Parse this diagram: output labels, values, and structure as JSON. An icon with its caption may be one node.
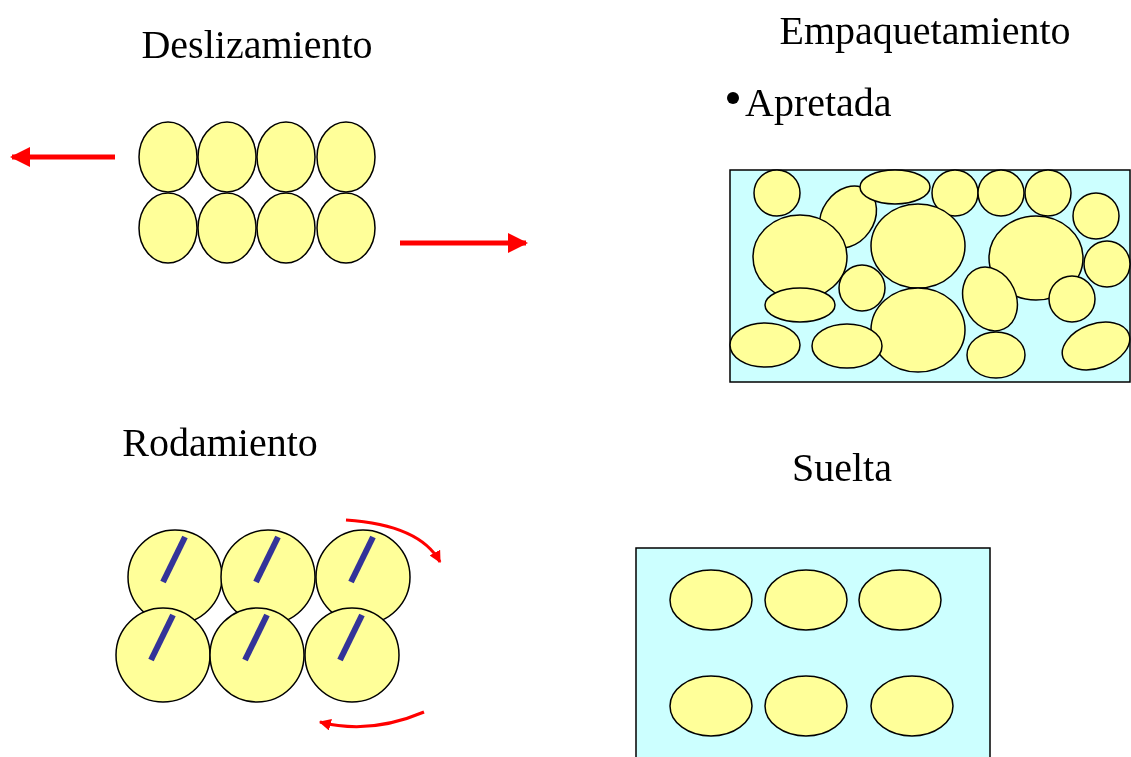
{
  "diagram": {
    "labels": [
      "Deslizamiento",
      "Empaquetamiento",
      "Apretada",
      "Rodamiento",
      "Suelta"
    ]
  }
}
